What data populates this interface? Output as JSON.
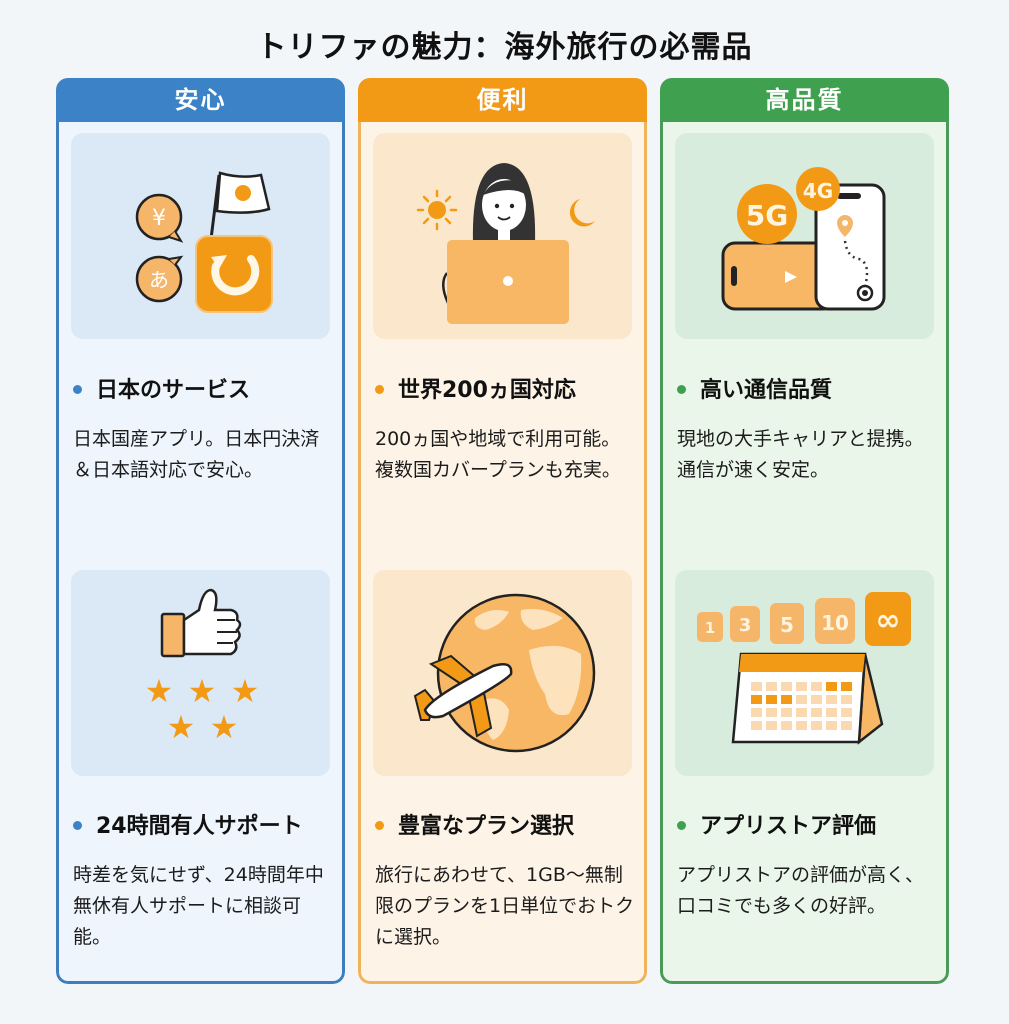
{
  "title": "トリファの魅力：海外旅行の必需品",
  "columns": [
    {
      "header": "安心",
      "color": "#3b82c6",
      "features": [
        {
          "icon": "japan-flag-app-icon",
          "title": "日本のサービス",
          "description": "日本国産アプリ。日本円決済＆日本語対応で安心。",
          "icon_labels": {
            "yen": "¥",
            "hiragana": "あ"
          }
        },
        {
          "icon": "thumbs-up-stars-icon",
          "title": "24時間有人サポート",
          "description": "時差を気にせず、24時間年中無休有人サポートに相談可能。"
        }
      ]
    },
    {
      "header": "便利",
      "color": "#f29a16",
      "features": [
        {
          "icon": "woman-laptop-day-night-icon",
          "title": "世界200ヵ国対応",
          "description": "200ヵ国や地域で利用可能。複数国カバープランも充実。"
        },
        {
          "icon": "globe-airplane-icon",
          "title": "豊富なプラン選択",
          "description": "旅行にあわせて、1GB〜無制限のプランを1日単位でおトクに選択。"
        }
      ]
    },
    {
      "header": "高品質",
      "color": "#3fa04f",
      "features": [
        {
          "icon": "smartphones-5g-4g-icon",
          "title": "高い通信品質",
          "description": "現地の大手キャリアと提携。通信が速く安定。",
          "icon_labels": {
            "badge_large": "5G",
            "badge_small": "4G"
          }
        },
        {
          "icon": "calendar-plan-days-icon",
          "title": "アプリストア評価",
          "description": "アプリストアの評価が高く、口コミでも多くの好評。",
          "icon_labels": {
            "days": [
              "1",
              "3",
              "5",
              "10",
              "∞"
            ]
          }
        }
      ]
    }
  ]
}
